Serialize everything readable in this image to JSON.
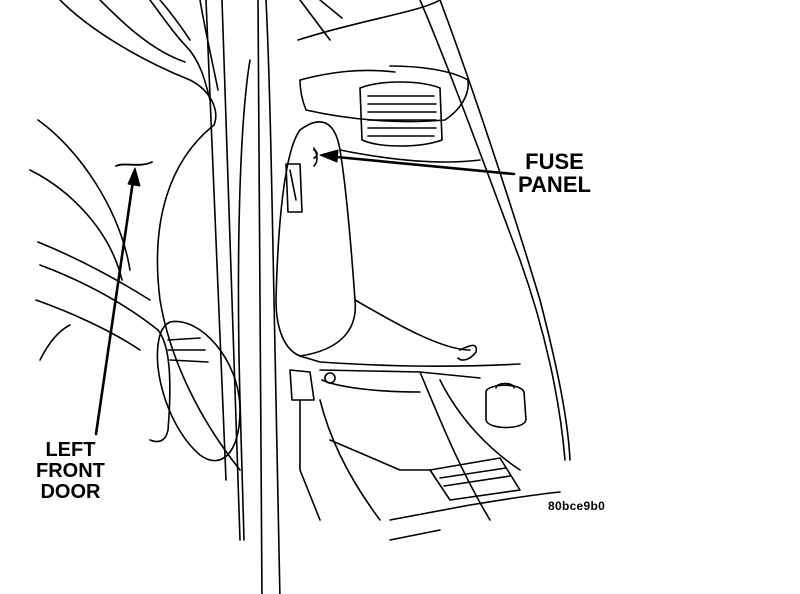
{
  "labels": {
    "fuse_panel": [
      "FUSE",
      "PANEL"
    ],
    "left_front_door": [
      "LEFT",
      "FRONT",
      "DOOR"
    ],
    "figure_code": "80bce9b0"
  },
  "colors": {
    "ink": "#000000",
    "paper": "#ffffff"
  }
}
